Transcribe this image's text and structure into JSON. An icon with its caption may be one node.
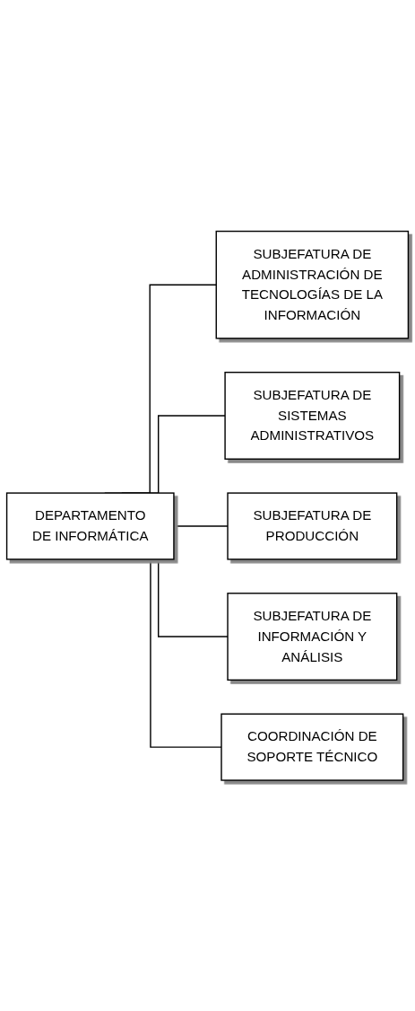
{
  "diagram": {
    "nodes": [
      {
        "text": [
          "DEPARTAMENTO DE INFORMÁTICA"
        ]
      },
      {
        "text": [
          "SUBJEFATURA DE ADMINISTRACIÓN DE TECNOLOGÍAS DE LA INFORMACIÓN"
        ]
      },
      {
        "text": [
          "SUBJEFATURA DE SISTEMAS ADMINISTRATIVOS"
        ]
      },
      {
        "text": [
          "SUBJEFATURA DE PRODUCCIÓN"
        ]
      },
      {
        "text": [
          "SUBJEFATURA DE INFORMACIÓN Y ANÁLISIS"
        ]
      },
      {
        "text": [
          "COORDINACIÓN DE SOPORTE TÉCNICO"
        ]
      }
    ],
    "edges": [
      {
        "from": 0,
        "to": 1,
        "arrow": "none"
      },
      {
        "from": 0,
        "to": 2,
        "arrow": "none"
      },
      {
        "from": 0,
        "to": 3,
        "arrow": "none"
      },
      {
        "from": 0,
        "to": 4,
        "arrow": "none"
      },
      {
        "from": 0,
        "to": 5,
        "arrow": "none"
      }
    ]
  }
}
